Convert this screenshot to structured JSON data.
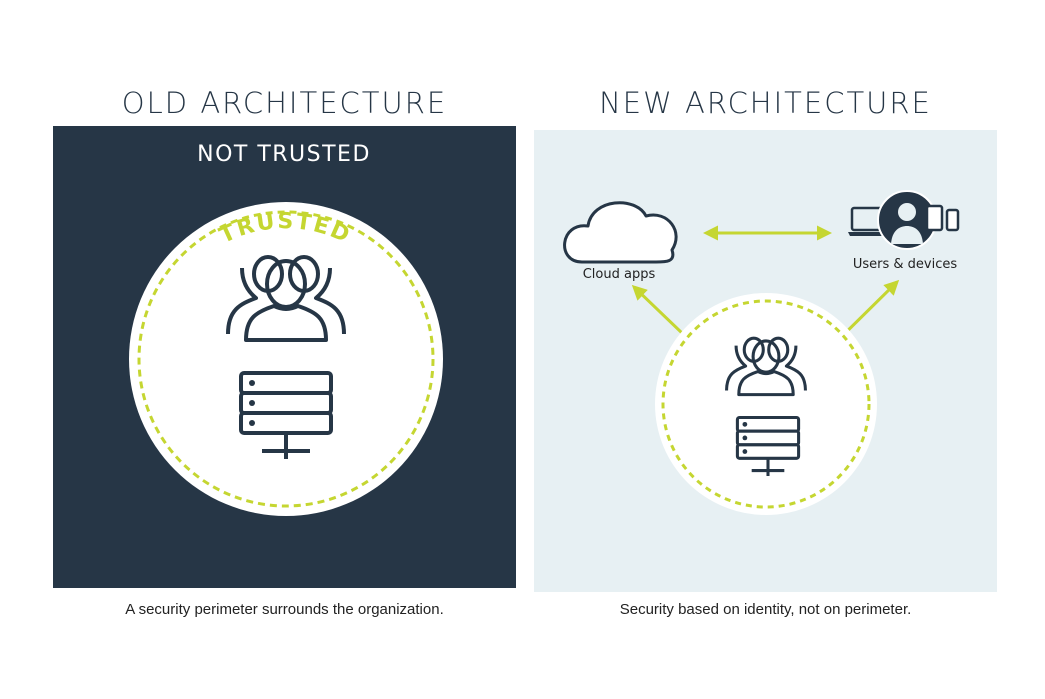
{
  "old_architecture": {
    "heading": "OLD ARCHITECTURE",
    "outer_label": "NOT TRUSTED",
    "inner_label": "TRUSTED",
    "caption": "A security perimeter surrounds the organization."
  },
  "new_architecture": {
    "heading": "NEW ARCHITECTURE",
    "cloud_label": "Cloud apps",
    "devices_label": "Users & devices",
    "caption": "Security based on identity, not on perimeter."
  },
  "colors": {
    "dark_panel": "#263646",
    "light_panel": "#e7f0f3",
    "accent_green": "#c5d631",
    "icon_dark": "#263646"
  },
  "icons": [
    "users-group-icon",
    "server-rack-icon",
    "cloud-icon",
    "laptop-icon",
    "user-avatar-icon",
    "tablet-icon",
    "phone-icon",
    "bidirectional-arrow-icon"
  ]
}
